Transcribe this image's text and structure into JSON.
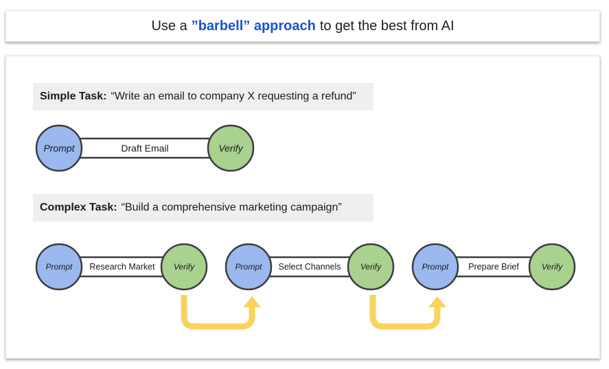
{
  "title": {
    "prefix": "Use a",
    "highlight": "”barbell” approach",
    "suffix": "to get the best from AI"
  },
  "simple_task": {
    "label": "Simple Task:",
    "text": "“Write an email to company X requesting a refund”",
    "flow": {
      "start": "Prompt",
      "step": "Draft Email",
      "end": "Verify"
    }
  },
  "complex_task": {
    "label": "Complex Task:",
    "text": "“Build a comprehensive marketing campaign”",
    "flows": [
      {
        "start": "Prompt",
        "step": "Research Market",
        "end": "Verify"
      },
      {
        "start": "Prompt",
        "step": "Select Channels",
        "end": "Verify"
      },
      {
        "start": "Prompt",
        "step": "Prepare Brief",
        "end": "Verify"
      }
    ]
  },
  "colors": {
    "prompt": "#9bb8ef",
    "verify": "#a9d190",
    "outline": "#3c3c3c",
    "arrow": "#f8d35e",
    "highlight": "#1a55c9"
  }
}
